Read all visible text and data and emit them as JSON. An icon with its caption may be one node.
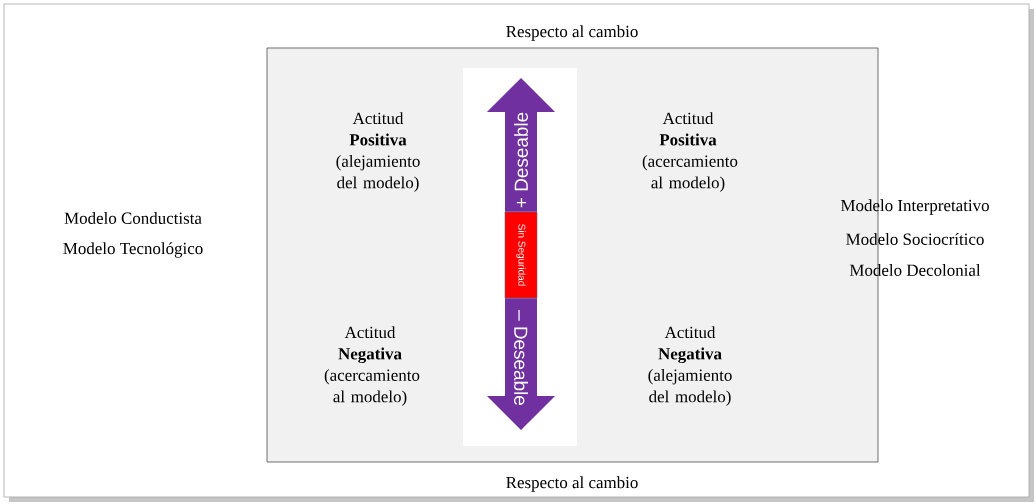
{
  "diagram": {
    "nodes": [
      {
        "text": [
          "Respecto al cambio",
          "Respecto al cambio"
        ]
      },
      {
        "text": [
          "Sin Seguridad"
        ],
        "in": 0
      }
    ],
    "edges": [
      {
        "from": 1,
        "to": null,
        "arrow": "to",
        "label": "+ Deseable"
      },
      {
        "from": 1,
        "to": null,
        "arrow": "to",
        "label": "– Deseable"
      }
    ],
    "labels": [
      "Actitud **Positiva** (alejamiento del modelo)",
      "Actitud **Positiva** (acercamiento al modelo)",
      "Modelo Conductista",
      "Modelo Tecnológico",
      "Modelo Interpretativo",
      "Modelo Sociocrítico",
      "Modelo Decolonial",
      "Actitud **Negativa** (acercamiento al modelo)",
      "Actitud **Negativa** (alejamiento del modelo)"
    ]
  }
}
